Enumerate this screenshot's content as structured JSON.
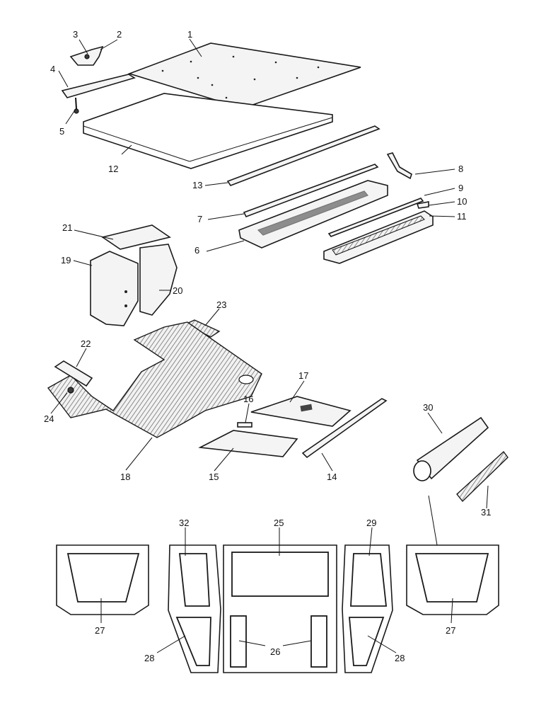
{
  "callouts": {
    "c1": "1",
    "c2": "2",
    "c3": "3",
    "c4": "4",
    "c5": "5",
    "c6": "6",
    "c7": "7",
    "c8": "8",
    "c9": "9",
    "c10": "10",
    "c11": "11",
    "c12": "12",
    "c13": "13",
    "c14": "14",
    "c15": "15",
    "c16": "16",
    "c17": "17",
    "c18": "18",
    "c19": "19",
    "c20": "20",
    "c21": "21",
    "c22": "22",
    "c23": "23",
    "c24": "24",
    "c25": "25",
    "c26": "26",
    "c27a": "27",
    "c27b": "27",
    "c28a": "28",
    "c28b": "28",
    "c29": "29",
    "c30": "30",
    "c31": "31",
    "c32": "32"
  }
}
